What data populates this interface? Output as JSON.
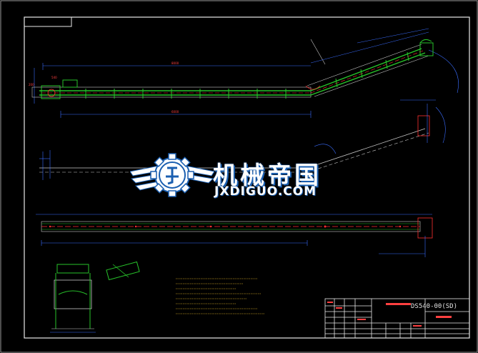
{
  "watermark": {
    "chinese": "机械帝国",
    "latin": "JXDIGUO.COM"
  },
  "title_block": {
    "drawing_number": "DS540-00(SD)",
    "colors": {
      "frame": "#ffffff",
      "lines": "#c8c8c8",
      "conveyor": "#27c22a",
      "belt": "#ff3030",
      "dims": "#3a6dff",
      "text": "#ff4040"
    }
  }
}
